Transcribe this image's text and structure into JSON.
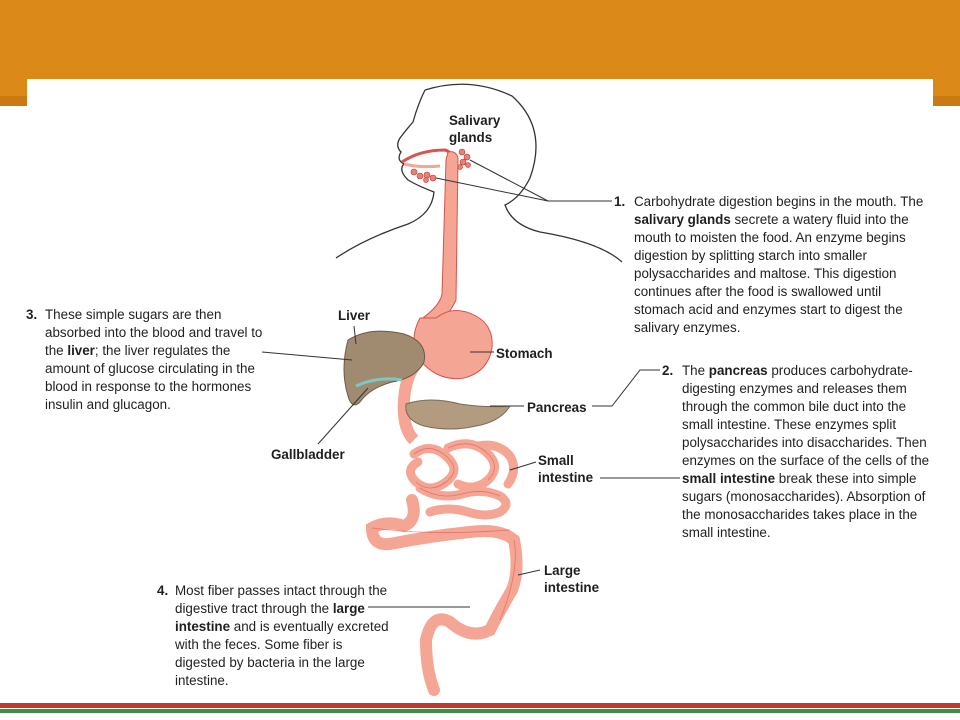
{
  "labels": {
    "salivary": [
      "Salivary",
      "glands"
    ],
    "liver": "Liver",
    "stomach": "Stomach",
    "pancreas": "Pancreas",
    "gallbladder": "Gallbladder",
    "small_intestine": [
      "Small",
      "intestine"
    ],
    "large_intestine": [
      "Large",
      "intestine"
    ]
  },
  "captions": [
    {
      "number": "1.",
      "segments": [
        {
          "t": "Carbohydrate digestion begins in the mouth. The "
        },
        {
          "t": "salivary glands",
          "b": true
        },
        {
          "t": " secrete a watery fluid into the mouth to moisten the food. An enzyme begins digestion by splitting starch into smaller polysaccharides and maltose. This digestion continues after the food is swallowed until stomach acid and enzymes start to digest the salivary enzymes."
        }
      ]
    },
    {
      "number": "2.",
      "segments": [
        {
          "t": "The "
        },
        {
          "t": "pancreas",
          "b": true
        },
        {
          "t": " produces carbohydrate-digesting enzymes and releases them through the common bile duct into the small intestine. These enzymes split polysaccharides into disaccharides. Then enzymes on the surface of the cells of the "
        },
        {
          "t": "small intestine",
          "b": true
        },
        {
          "t": " break these into simple sugars (monosaccharides). Absorption of the monosaccharides takes place in the small intestine."
        }
      ]
    },
    {
      "number": "3.",
      "segments": [
        {
          "t": "These simple sugars are then absorbed into the blood and travel to the "
        },
        {
          "t": "liver",
          "b": true
        },
        {
          "t": "; the liver regulates the amount of glucose circulating in the blood in response to the hormones insulin and glucagon."
        }
      ]
    },
    {
      "number": "4.",
      "segments": [
        {
          "t": "Most fiber passes intact through the digestive tract through the "
        },
        {
          "t": "large intestine",
          "b": true
        },
        {
          "t": " and is eventually excreted with the feces. Some fiber is digested by bacteria in the large intestine."
        }
      ]
    }
  ],
  "colors": {
    "header": "#db8a1a",
    "tract": "#f4a594",
    "tract_outline": "#d9534f",
    "liver": "#a08b70",
    "pancreas": "#b39b80",
    "leader_line": "#333333"
  }
}
